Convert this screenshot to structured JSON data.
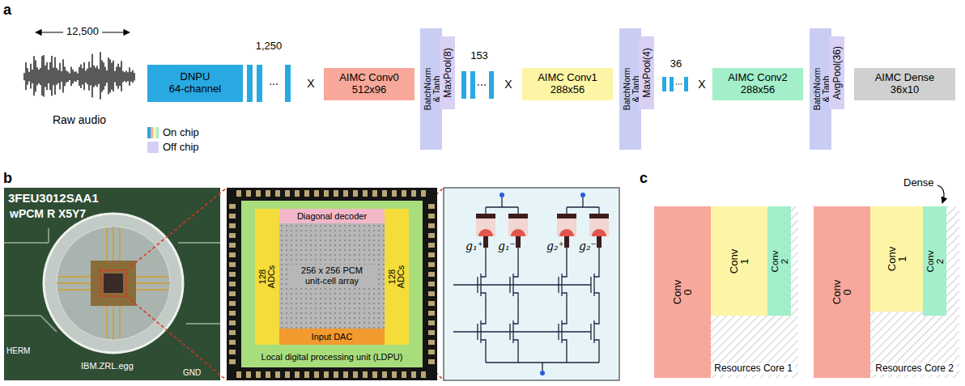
{
  "diagram": {
    "nodes": [
      {
        "text": [
          "DNPU 64-channel"
        ]
      },
      {
        "text": [
          "AIMC Conv0 512x96"
        ]
      },
      {
        "text": [
          "BatchNorm & Tanh"
        ]
      },
      {
        "text": [
          "MaxPool(8)"
        ]
      },
      {
        "text": [
          "AIMC Conv1 288x56"
        ]
      },
      {
        "text": [
          "BatchNorm & Tanh"
        ]
      },
      {
        "text": [
          "MaxPool(4)"
        ]
      },
      {
        "text": [
          "AIMC Conv2 288x56"
        ]
      },
      {
        "text": [
          "BatchNorm & Tanh"
        ]
      },
      {
        "text": [
          "AvgPool(36)"
        ]
      },
      {
        "text": [
          "AIMC Dense 36x10"
        ]
      },
      {
        "text": [
          "Local digital processing unit (LDPU)"
        ]
      },
      {
        "text": [
          "Diagonal decoder"
        ],
        "in": 11
      },
      {
        "text": [
          "128 ADCs"
        ],
        "in": 11
      },
      {
        "text": [
          "256 x 256 PCM unit-cell array"
        ],
        "in": 11
      },
      {
        "text": [
          "128 ADCs"
        ],
        "in": 11
      },
      {
        "text": [
          "Input DAC"
        ],
        "in": 11
      },
      {
        "text": [
          "Resources Core 1"
        ]
      },
      {
        "text": [
          "Conv 0"
        ],
        "in": 17
      },
      {
        "text": [
          "Conv 1"
        ],
        "in": 17
      },
      {
        "text": [
          "Conv 2"
        ],
        "in": 17
      },
      {
        "text": [
          "Resources Core 2"
        ]
      },
      {
        "text": [
          "Conv 0"
        ],
        "in": 21
      },
      {
        "text": [
          "Conv 1"
        ],
        "in": 21
      },
      {
        "text": [
          "Conv 2"
        ],
        "in": 21
      }
    ],
    "labels": [
      "a",
      "12,500",
      "Raw audio",
      "1,250",
      "...",
      "X",
      "153",
      "X",
      "36",
      "X",
      "b",
      "3FEU3012SAA1",
      "wPCM R X5Y7",
      "HERM",
      "IBM.ZRL.egg",
      "GND",
      "g₁⁺",
      "g₁⁻",
      "g₂⁺",
      "g₂⁻",
      "c",
      "Dense"
    ],
    "legend": [
      {
        "text": "On chip"
      },
      {
        "text": "Off chip",
        "color": "#d6cef2"
      }
    ]
  }
}
